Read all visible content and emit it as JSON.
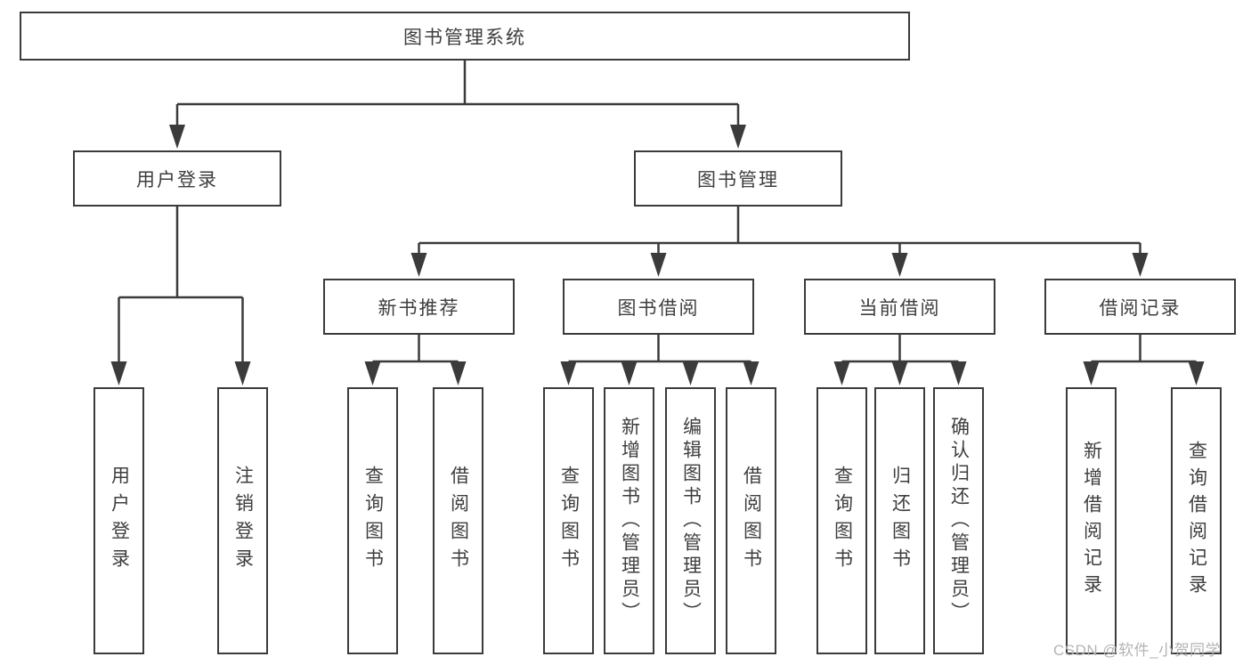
{
  "diagram_title": "图书管理系统",
  "colors": {
    "line": "#3b3b3b",
    "text": "#3e3e3e",
    "background": "#ffffff",
    "watermark": "#b4b4b4"
  },
  "watermark": {
    "text": "CSDN @软件_小贺同学"
  },
  "tree": {
    "label": "图书管理系统",
    "children": [
      {
        "label": "用户登录",
        "children": [
          {
            "label": "用户登录"
          },
          {
            "label": "注销登录"
          }
        ]
      },
      {
        "label": "图书管理",
        "children": [
          {
            "label": "新书推荐",
            "children": [
              {
                "label": "查询图书"
              },
              {
                "label": "借阅图书"
              }
            ]
          },
          {
            "label": "图书借阅",
            "children": [
              {
                "label": "查询图书"
              },
              {
                "label": "新增图书（管理员）"
              },
              {
                "label": "编辑图书（管理员）"
              },
              {
                "label": "借阅图书"
              }
            ]
          },
          {
            "label": "当前借阅",
            "children": [
              {
                "label": "查询图书"
              },
              {
                "label": "归还图书"
              },
              {
                "label": "确认归还（管理员）"
              }
            ]
          },
          {
            "label": "借阅记录",
            "children": [
              {
                "label": "新增借阅记录"
              },
              {
                "label": "查询借阅记录"
              }
            ]
          }
        ]
      }
    ]
  }
}
